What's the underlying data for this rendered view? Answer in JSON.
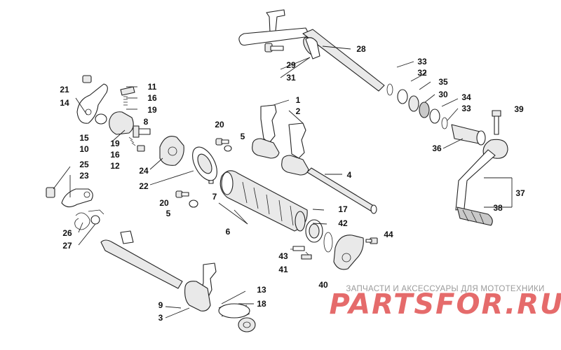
{
  "parts": [
    {
      "id": "p1",
      "num": "1"
    },
    {
      "id": "p2",
      "num": "2"
    },
    {
      "id": "p3",
      "num": "3"
    },
    {
      "id": "p4",
      "num": "4"
    },
    {
      "id": "p5a",
      "num": "5"
    },
    {
      "id": "p5b",
      "num": "5"
    },
    {
      "id": "p6",
      "num": "6"
    },
    {
      "id": "p7",
      "num": "7"
    },
    {
      "id": "p8",
      "num": "8"
    },
    {
      "id": "p9",
      "num": "9"
    },
    {
      "id": "p10",
      "num": "10"
    },
    {
      "id": "p11",
      "num": "11"
    },
    {
      "id": "p12",
      "num": "12"
    },
    {
      "id": "p13",
      "num": "13"
    },
    {
      "id": "p14",
      "num": "14"
    },
    {
      "id": "p15",
      "num": "15"
    },
    {
      "id": "p16a",
      "num": "16"
    },
    {
      "id": "p16b",
      "num": "16"
    },
    {
      "id": "p17",
      "num": "17"
    },
    {
      "id": "p18",
      "num": "18"
    },
    {
      "id": "p19a",
      "num": "19"
    },
    {
      "id": "p19b",
      "num": "19"
    },
    {
      "id": "p20a",
      "num": "20"
    },
    {
      "id": "p20b",
      "num": "20"
    },
    {
      "id": "p21",
      "num": "21"
    },
    {
      "id": "p22",
      "num": "22"
    },
    {
      "id": "p23",
      "num": "23"
    },
    {
      "id": "p24",
      "num": "24"
    },
    {
      "id": "p25",
      "num": "25"
    },
    {
      "id": "p26",
      "num": "26"
    },
    {
      "id": "p27",
      "num": "27"
    },
    {
      "id": "p28",
      "num": "28"
    },
    {
      "id": "p29",
      "num": "29"
    },
    {
      "id": "p30",
      "num": "30"
    },
    {
      "id": "p31",
      "num": "31"
    },
    {
      "id": "p32",
      "num": "32"
    },
    {
      "id": "p33a",
      "num": "33"
    },
    {
      "id": "p33b",
      "num": "33"
    },
    {
      "id": "p34",
      "num": "34"
    },
    {
      "id": "p35",
      "num": "35"
    },
    {
      "id": "p36",
      "num": "36"
    },
    {
      "id": "p37",
      "num": "37"
    },
    {
      "id": "p38",
      "num": "38"
    },
    {
      "id": "p39",
      "num": "39"
    },
    {
      "id": "p40",
      "num": "40"
    },
    {
      "id": "p41",
      "num": "41"
    },
    {
      "id": "p42",
      "num": "42"
    },
    {
      "id": "p43",
      "num": "43"
    },
    {
      "id": "p44",
      "num": "44"
    }
  ],
  "watermark": {
    "tagline": "ЗАПЧАСТИ И АКСЕССУАРЫ ДЛЯ МОТОТЕХНИКИ",
    "logo": "PARTSFOR.RU",
    "logo_color": "#e56b6b"
  }
}
